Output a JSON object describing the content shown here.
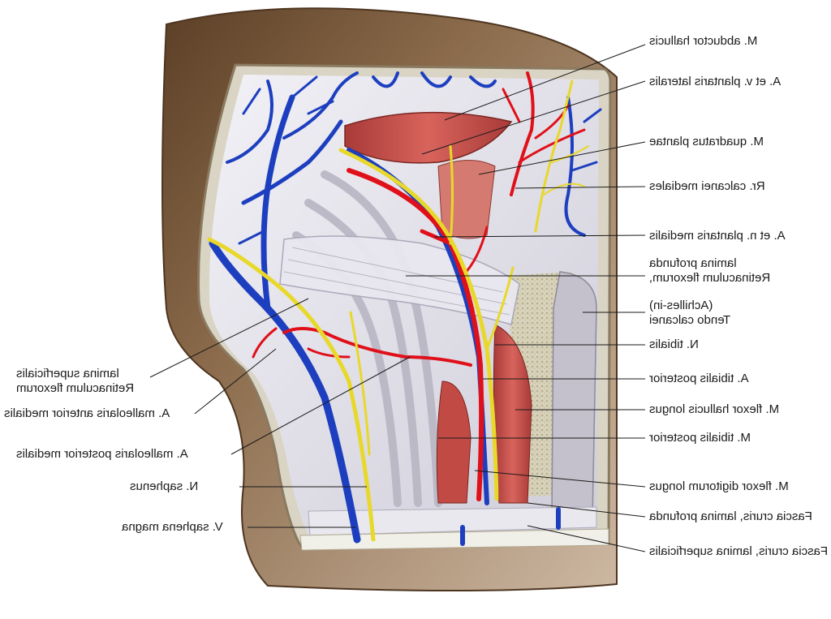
{
  "colors": {
    "skin": "#d9c7b6",
    "skin_edge": "#6e5238",
    "fascia": "#e4e4ec",
    "tendon": "#c9c7d3",
    "muscle": "#c8504a",
    "artery": "#e0101a",
    "vein": "#1d3fbf",
    "nerve": "#e8d82a",
    "label": "#1a1a1a"
  },
  "labels": {
    "abductor_hallucis": "M. abductor hallucis",
    "plantaris_lateralis": "A. et v. plantaris lateralis",
    "quadratus_plantae": "M. quadratus plantae",
    "calcanei_mediales": "Rr. calcanei mediales",
    "plantaris_medialis": "A. et n. plantaris medialis",
    "retinaculum_profunda_1": "lamina profunda",
    "retinaculum_profunda_2": "Retinaculum flexorum,",
    "tendo_calcanei_1": "(Achilles-in)",
    "tendo_calcanei_2": "Tendo calcanei",
    "n_tibialis": "N. tibialis",
    "a_tibialis_posterior": "A. tibialis posterior",
    "flexor_hallucis_longus": "M. flexor hallucis longus",
    "tibialis_posterior": "M. tibialis posterior",
    "flexor_digitorum_longus": "M. flexor digitorum longus",
    "fascia_profunda": "Fascia cruris, lamina profunda",
    "fascia_superficialis": "Fascia cruris, lamina superficialis",
    "retinaculum_superficialis_1": "lamina superficialis",
    "retinaculum_superficialis_2": "Retinaculum flexorum",
    "malleolaris_anterior": "A. malleolaris anterior medialis",
    "malleolaris_posterior": "A. malleolaris posterior medialis",
    "n_saphenus": "N. saphenus",
    "v_saphena_magna": "V. saphena magna"
  }
}
